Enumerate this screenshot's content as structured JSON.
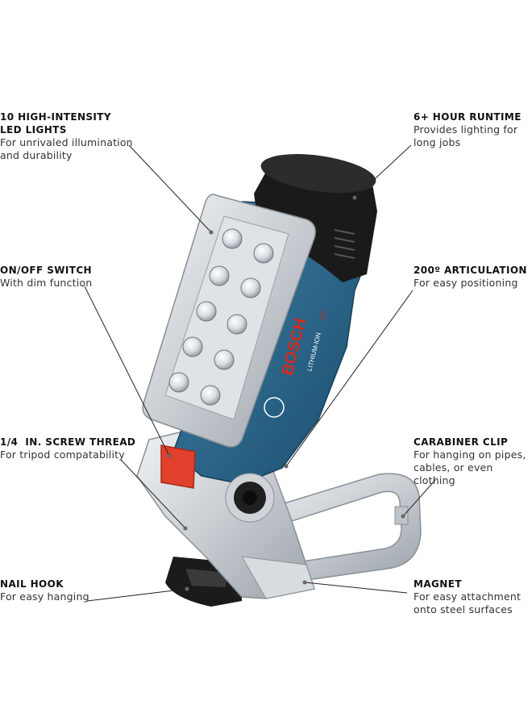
{
  "product": {
    "brand": "BOSCH",
    "battery_label": "LITHIUM-ION",
    "battery_voltage": "12V"
  },
  "callouts": [
    {
      "id": "led-lights",
      "title": "10 HIGH-INTENSITY",
      "title2": "LED LIGHTS",
      "desc": "For unrivaled illumination",
      "desc2": "and durability"
    },
    {
      "id": "runtime",
      "title": "6+ HOUR RUNTIME",
      "title2": "",
      "desc": "Provides lighting for",
      "desc2": "long jobs"
    },
    {
      "id": "switch",
      "title": "ON/OFF SWITCH",
      "title2": "",
      "desc": "With dim function",
      "desc2": ""
    },
    {
      "id": "articulation",
      "title": "200º ARTICULATION",
      "title2": "",
      "desc": "For easy positioning",
      "desc2": ""
    },
    {
      "id": "screw-thread",
      "title": "1/4  IN. SCREW THREAD",
      "title2": "",
      "desc": "For tripod compatability",
      "desc2": ""
    },
    {
      "id": "carabiner",
      "title": "CARABINER CLIP",
      "title2": "",
      "desc": "For hanging on pipes,",
      "desc2": "cables, or even clothing"
    },
    {
      "id": "nail-hook",
      "title": "NAIL HOOK",
      "title2": "",
      "desc": "For easy hanging",
      "desc2": ""
    },
    {
      "id": "magnet",
      "title": "MAGNET",
      "title2": "",
      "desc": "For easy attachment",
      "desc2": "onto steel surfaces"
    }
  ]
}
